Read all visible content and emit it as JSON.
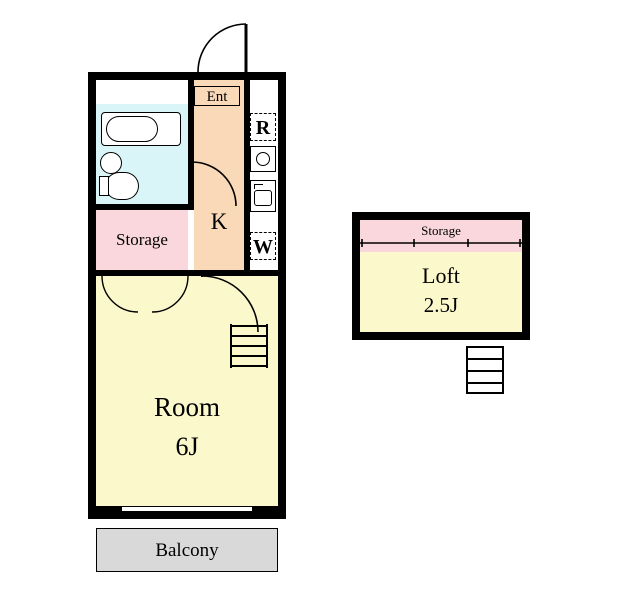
{
  "plan": {
    "title": "apartment-floor-plan",
    "units": {
      "entrance": {
        "label": "Ent"
      },
      "kitchen": {
        "label": "K"
      },
      "refrigerator": {
        "label": "R"
      },
      "washer": {
        "label": "W"
      },
      "storage_main": {
        "label": "Storage"
      },
      "room": {
        "label": "Room",
        "size": "6J"
      },
      "balcony": {
        "label": "Balcony"
      },
      "loft": {
        "label": "Loft",
        "size": "2.5J"
      },
      "storage_loft": {
        "label": "Storage"
      }
    },
    "colors": {
      "wall": "#000000",
      "room_yellow": "#fbf8cc",
      "room_pink": "#f9d7dc",
      "entrance_orange": "#fad9b8",
      "bath_cyan": "#d9f5f7",
      "balcony_gray": "#d9d9d9"
    }
  }
}
